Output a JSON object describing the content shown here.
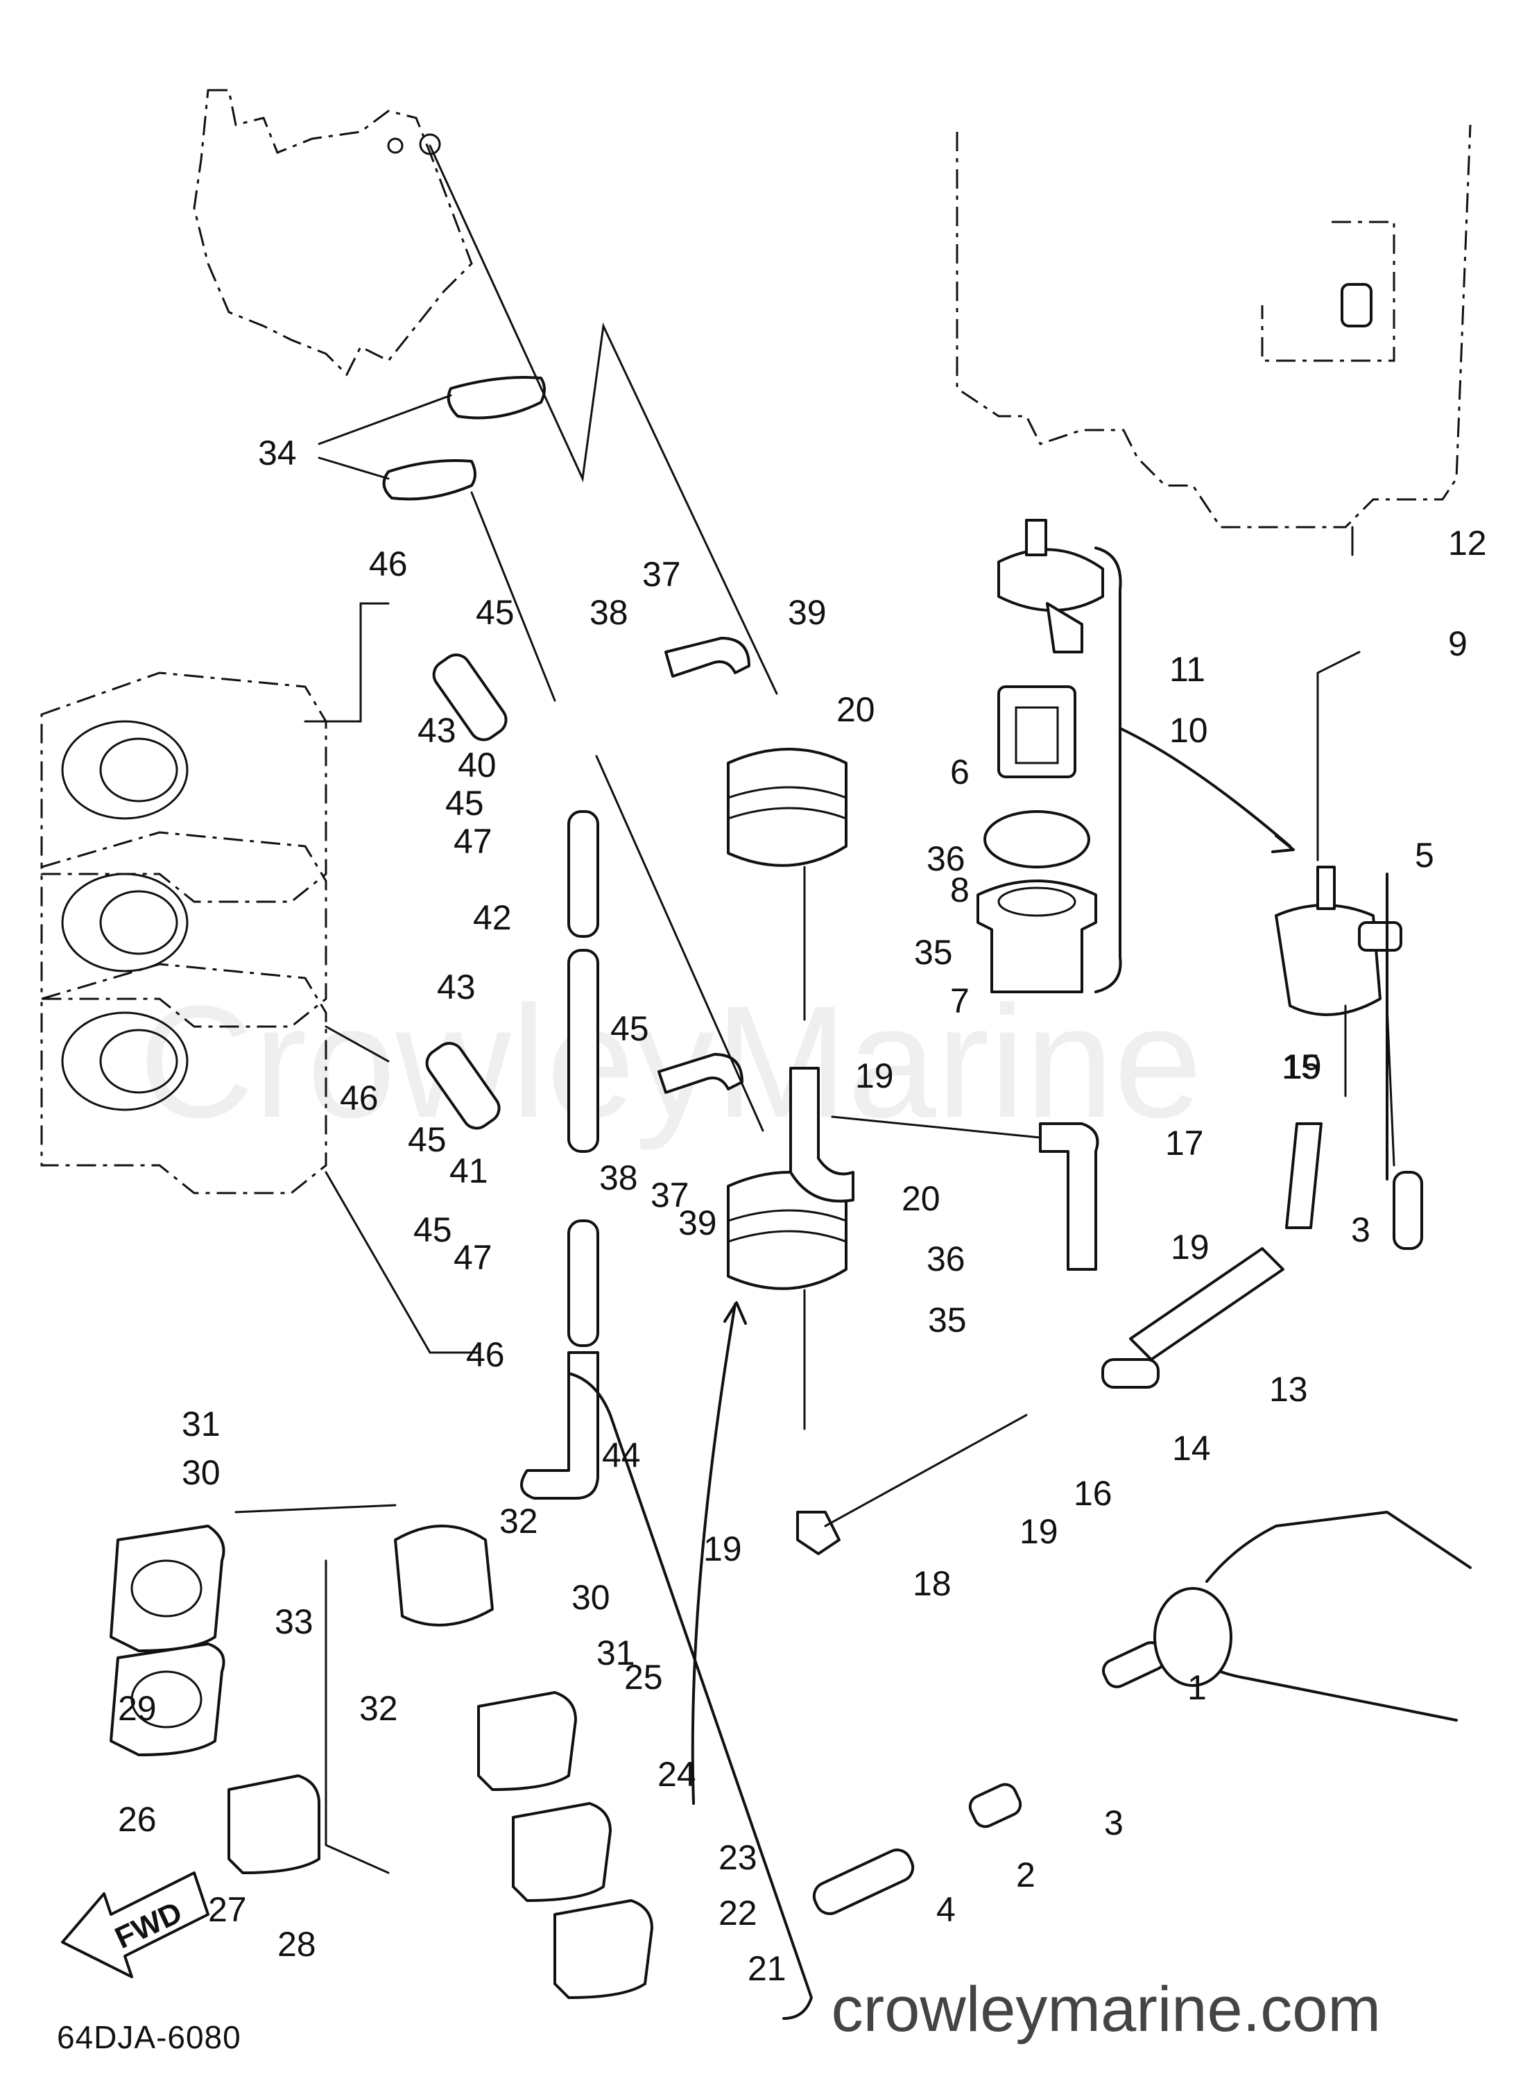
{
  "diagram_code": "64DJA-6080",
  "website": "crowleymarine.com",
  "watermark": "CrowleyMarine",
  "fwd_label": "FWD",
  "callouts": [
    "1",
    "2",
    "3",
    "3",
    "4",
    "5",
    "6",
    "7",
    "8",
    "9",
    "10",
    "11",
    "12",
    "13",
    "14",
    "15",
    "16",
    "17",
    "18",
    "19",
    "19",
    "19",
    "19",
    "19",
    "20",
    "20",
    "21",
    "22",
    "23",
    "24",
    "25",
    "26",
    "27",
    "28",
    "29",
    "30",
    "30",
    "31",
    "31",
    "32",
    "32",
    "33",
    "34",
    "35",
    "35",
    "36",
    "36",
    "37",
    "37",
    "38",
    "38",
    "39",
    "39",
    "40",
    "41",
    "42",
    "43",
    "43",
    "44",
    "45",
    "45",
    "45",
    "45",
    "45",
    "46",
    "46",
    "46",
    "47",
    "47"
  ]
}
